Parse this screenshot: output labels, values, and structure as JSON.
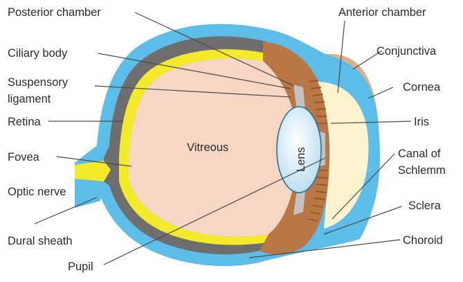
{
  "diagram": {
    "labels": {
      "posterior_chamber": "Posterior chamber",
      "ciliary_body": "Ciliary body",
      "suspensory_ligament_line1": "Suspensory",
      "suspensory_ligament_line2": "ligament",
      "retina": "Retina",
      "fovea": "Fovea",
      "optic_nerve": "Optic nerve",
      "dural_sheath": "Dural sheath",
      "pupil": "Pupil",
      "vitreous": "Vitreous",
      "lens": "Lens",
      "anterior_chamber": "Anterior chamber",
      "conjunctiva": "Conjunctiva",
      "cornea": "Cornea",
      "iris": "Iris",
      "canal_of_schlemm_line1": "Canal of",
      "canal_of_schlemm_line2": "Schlemm",
      "sclera": "Sclera",
      "choroid": "Choroid"
    },
    "colors": {
      "sclera": "#5bbde8",
      "choroid": "#6e6e6e",
      "retina": "#f4ea2a",
      "vitreous": "#f8d6c4",
      "ciliary_iris": "#b87745",
      "iris_stripes": "#8a4f26",
      "cornea": "#fdf4cf",
      "conjunctiva": "#ddb08a",
      "lens": "#d6ecf8",
      "ligament": "#c2c2c2",
      "leader_line": "#4a4a4a",
      "label_text": "#2b2b2b"
    }
  }
}
